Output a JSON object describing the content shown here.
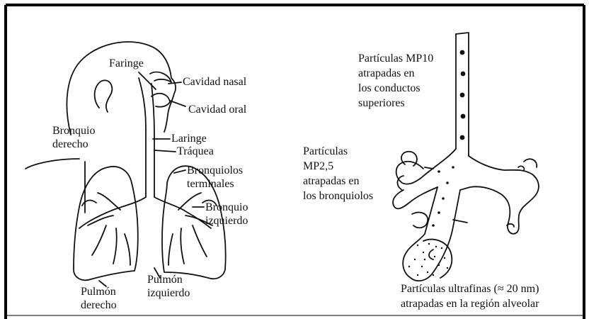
{
  "labels": {
    "faringe": "Faringe",
    "cavidad_nasal": "Cavidad nasal",
    "cavidad_oral": "Cavidad oral",
    "bronquio_derecho": [
      "Bronquio",
      "derecho"
    ],
    "laringe": "Laringe",
    "traquea": "Tráquea",
    "bronquiolos_terminales": [
      "Bronquiolos",
      "terminales"
    ],
    "bronquio_izquierdo": [
      "Bronquio",
      "izquierdo"
    ],
    "pulmon_derecho": [
      "Pulmón",
      "derecho"
    ],
    "pulmon_izquierdo": [
      "Pulmón",
      "izquierdo"
    ]
  },
  "particles": {
    "mp10": [
      "Partículas MP10",
      "atrapadas en",
      "los conductos",
      "superiores"
    ],
    "mp25": [
      "Partículas",
      "MP2,5",
      "atrapadas en",
      "los bronquiolos"
    ],
    "ultrafinas": [
      "Partículas ultrafinas (≈ 20 nm)",
      "atrapadas en la región alveolar"
    ]
  }
}
